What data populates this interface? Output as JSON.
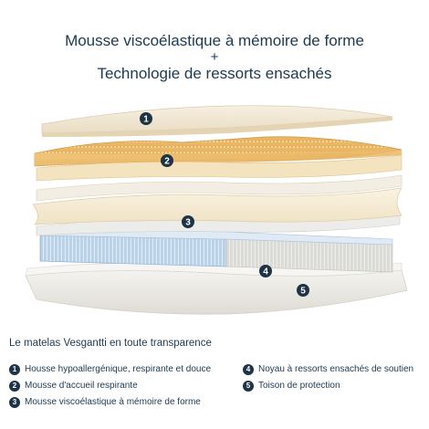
{
  "title": {
    "line1": "Mousse viscoélastique à mémoire de forme",
    "plus": "+",
    "line2": "Technologie de ressorts ensachés"
  },
  "section_heading": "Le matelas Vesgantti en toute transparence",
  "layer_badges": [
    "1",
    "2",
    "3",
    "4",
    "5"
  ],
  "legend": {
    "left": [
      {
        "num": "1",
        "label": "Housse hypoallergénique, respirante et douce"
      },
      {
        "num": "2",
        "label": "Mousse d'accueil respirante"
      },
      {
        "num": "3",
        "label": "Mousse viscoélastique à mémoire de forme"
      }
    ],
    "right": [
      {
        "num": "4",
        "label": "Noyau à ressorts ensachés de soutien"
      },
      {
        "num": "5",
        "label": "Toison de protection"
      }
    ]
  },
  "colors": {
    "badge": "#1f3346",
    "text": "#1c3a52",
    "cover": "#f1e7d5",
    "egg_foam": "#f0c677",
    "memory_foam": "#f5ecd6",
    "springs": "#a8c8e6",
    "base": "#ecebe6"
  }
}
